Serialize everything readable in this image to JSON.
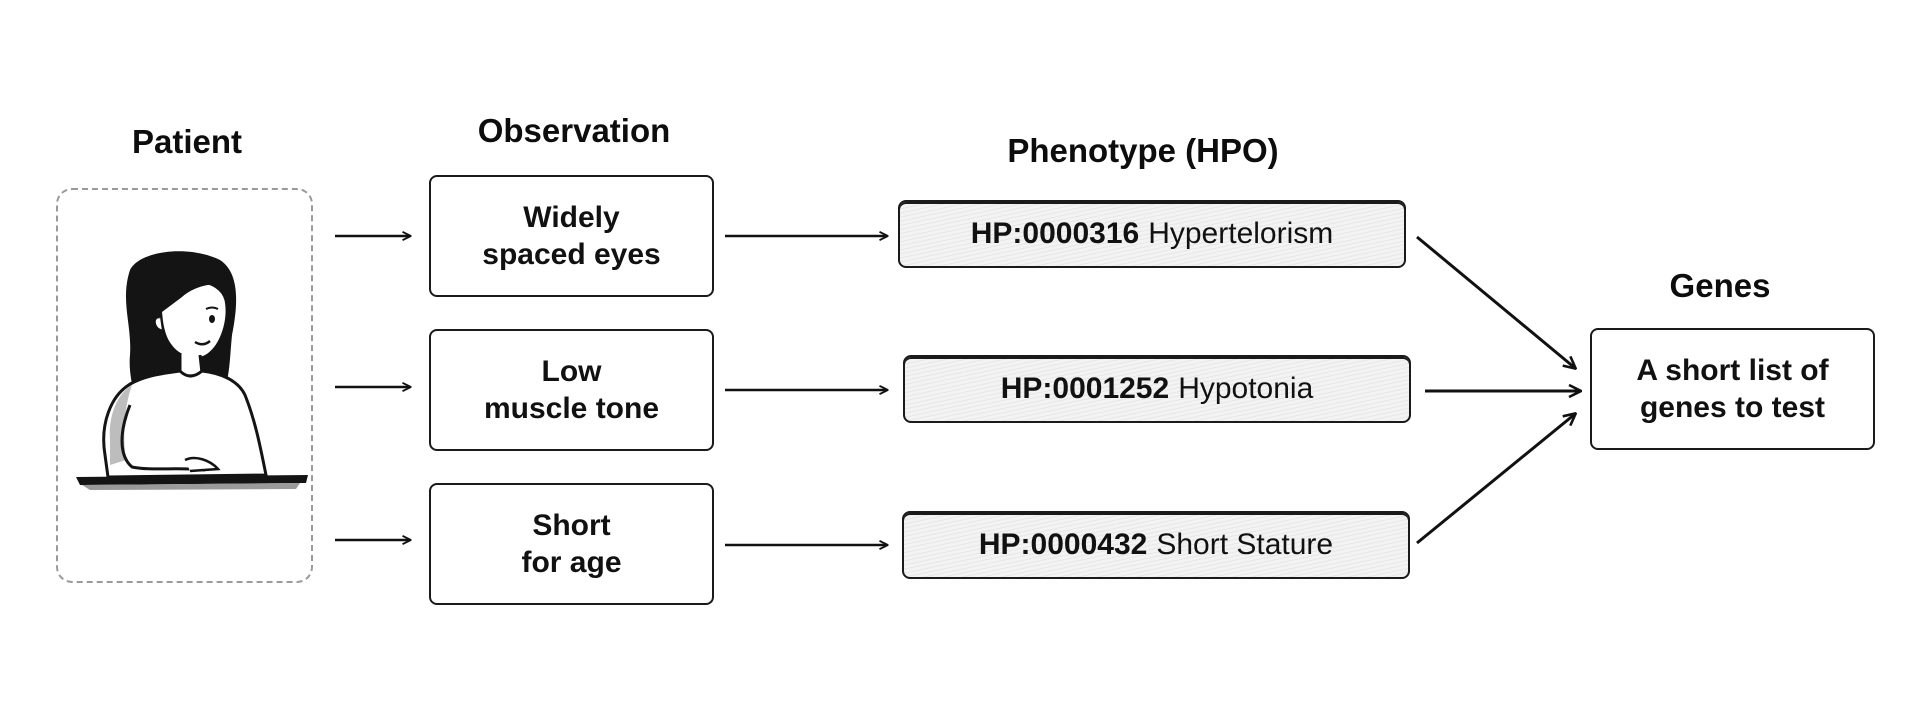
{
  "headings": {
    "patient": "Patient",
    "observation": "Observation",
    "phenotype": "Phenotype (HPO)",
    "genes": "Genes"
  },
  "observations": [
    {
      "line1": "Widely",
      "line2": "spaced eyes"
    },
    {
      "line1": "Low",
      "line2": "muscle tone"
    },
    {
      "line1": "Short",
      "line2": "for age"
    }
  ],
  "phenotypes": [
    {
      "code": "HP:0000316",
      "name": "Hypertelorism"
    },
    {
      "code": "HP:0001252",
      "name": "Hypotonia"
    },
    {
      "code": "HP:0000432",
      "name": "Short Stature"
    }
  ],
  "genes_box": {
    "line1": "A short list of",
    "line2": "genes to test"
  }
}
